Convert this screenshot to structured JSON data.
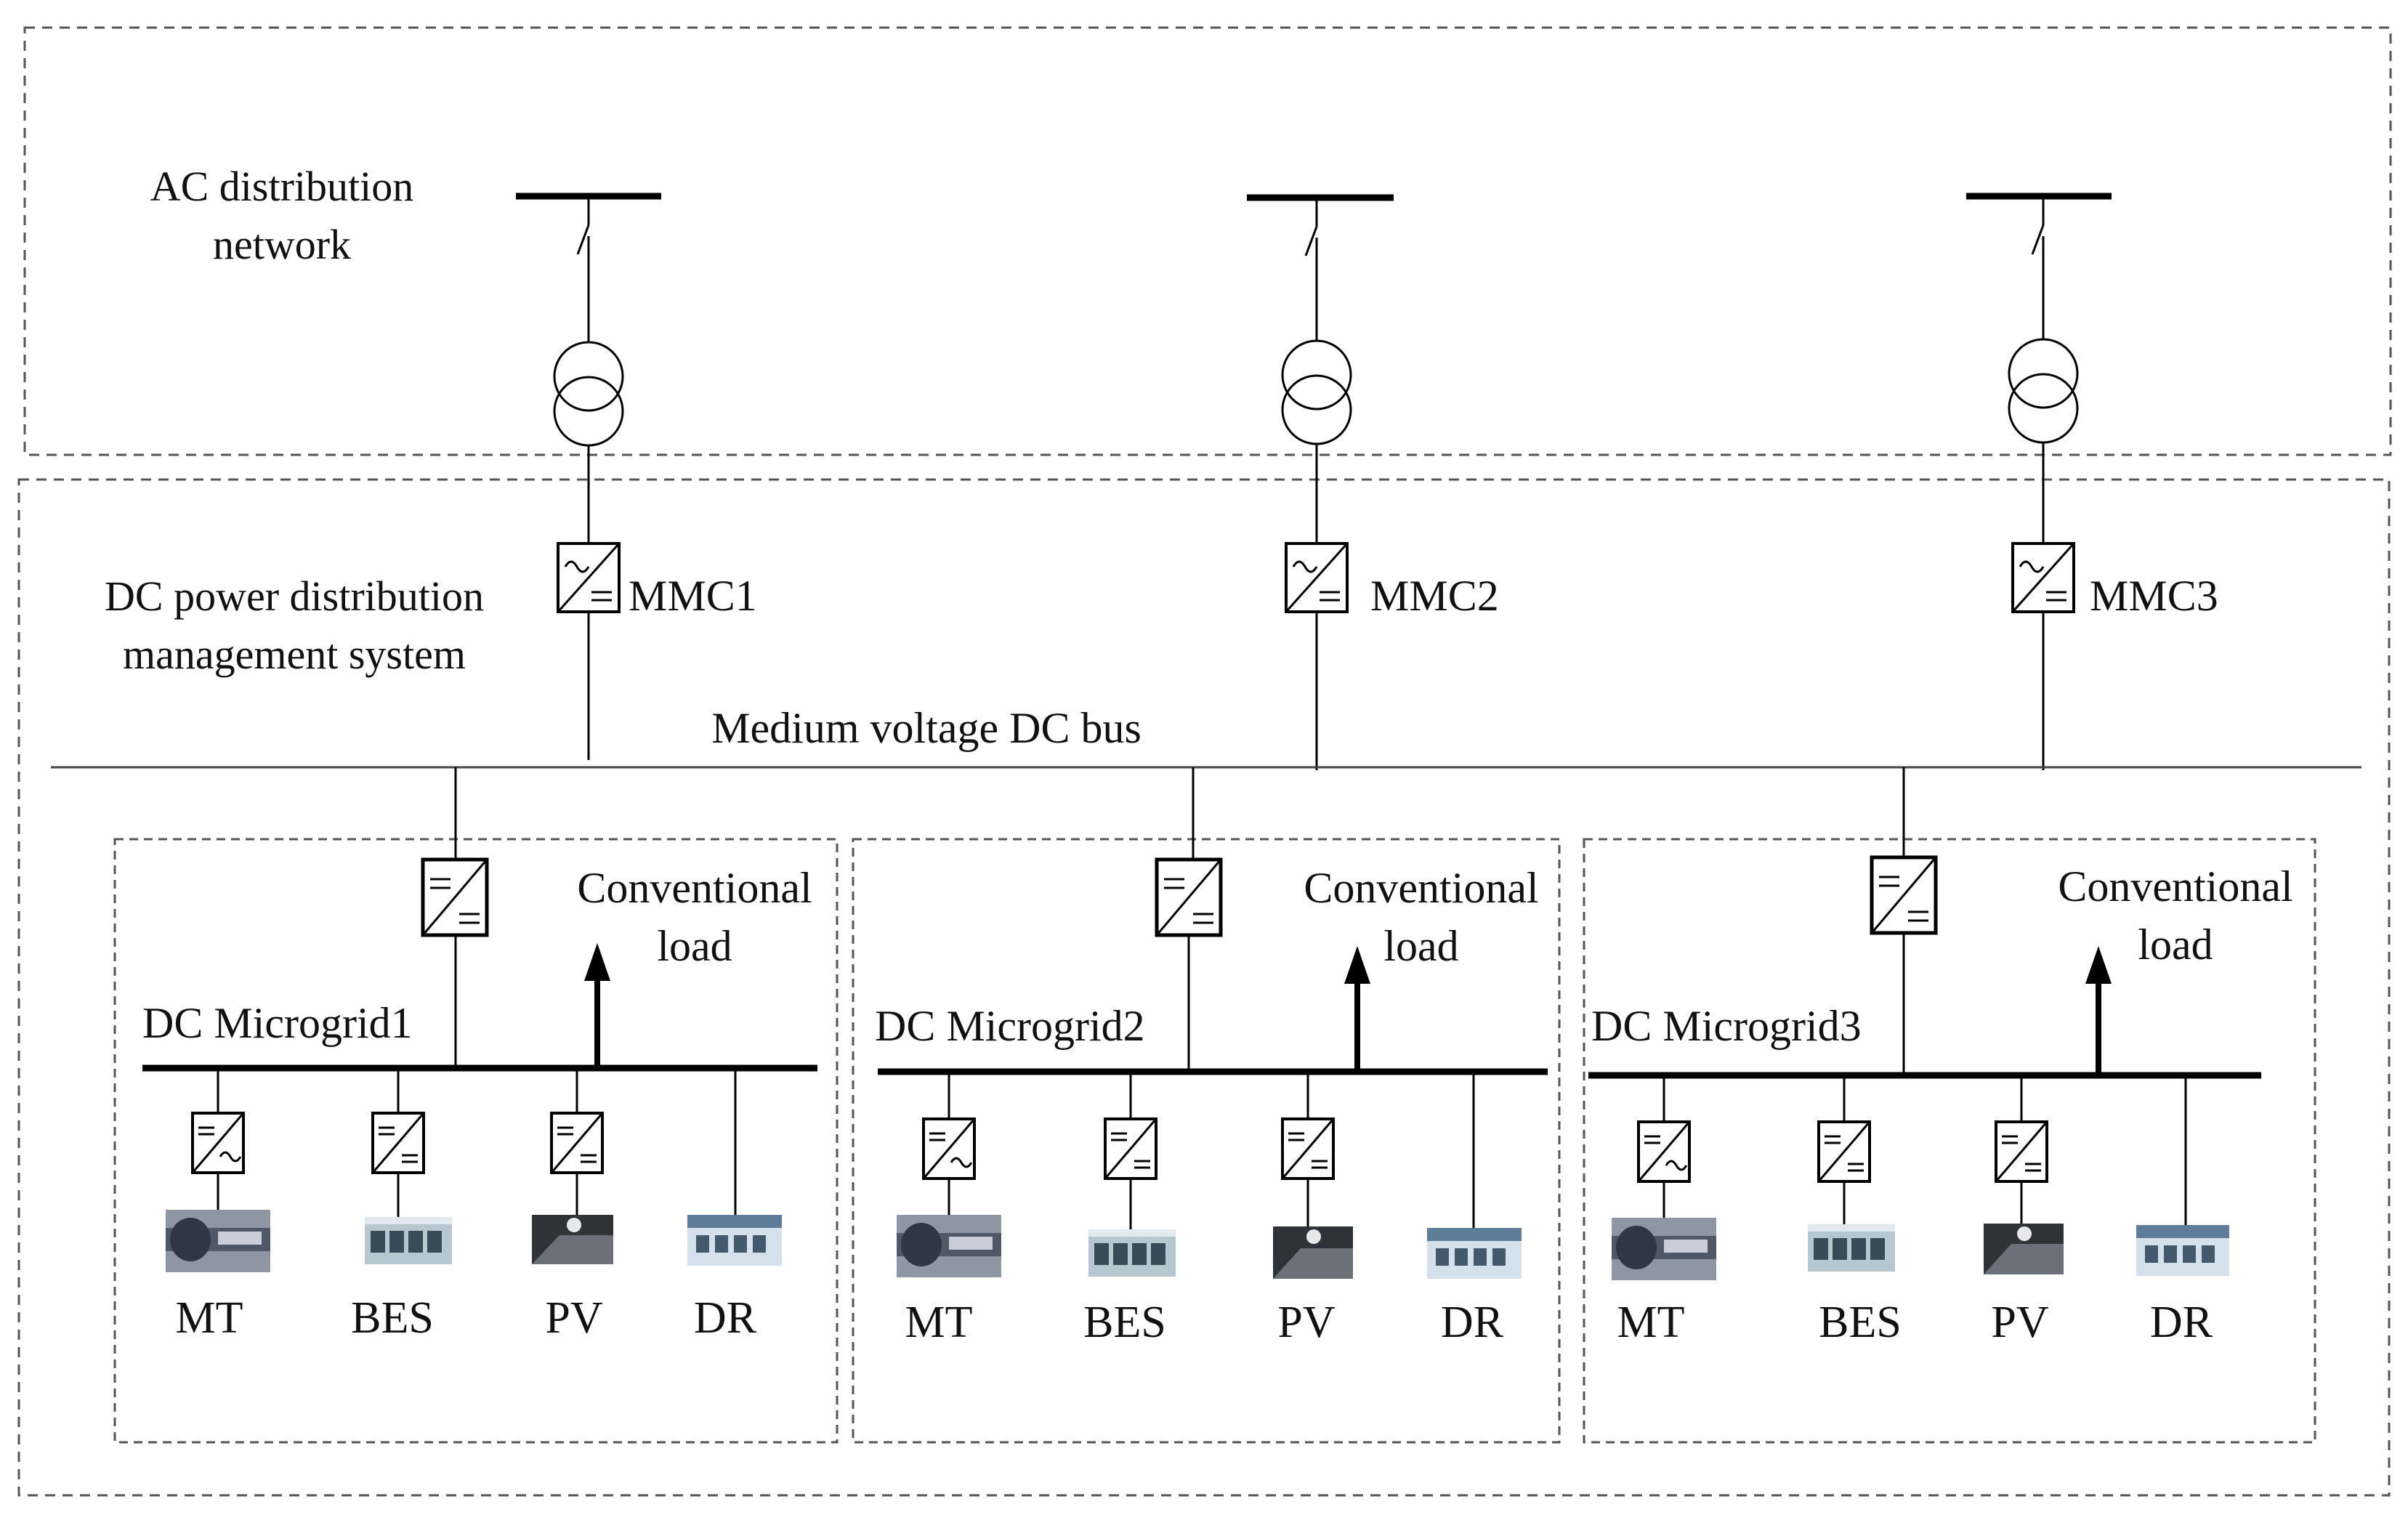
{
  "ac_section": {
    "title_line1": "AC distribution",
    "title_line2": "network"
  },
  "dc_section": {
    "title_line1": "DC power distribution",
    "title_line2": "management system",
    "bus_label": "Medium voltage DC bus"
  },
  "converters": [
    "MMC1",
    "MMC2",
    "MMC3"
  ],
  "microgrids": [
    {
      "name": "DC Microgrid1",
      "load_line1": "Conventional",
      "load_line2": "load",
      "units": [
        "MT",
        "BES",
        "PV",
        "DR"
      ]
    },
    {
      "name": "DC Microgrid2",
      "load_line1": "Conventional",
      "load_line2": "load",
      "units": [
        "MT",
        "BES",
        "PV",
        "DR"
      ]
    },
    {
      "name": "DC Microgrid3",
      "load_line1": "Conventional",
      "load_line2": "load",
      "units": [
        "MT",
        "BES",
        "PV",
        "DR"
      ]
    }
  ]
}
